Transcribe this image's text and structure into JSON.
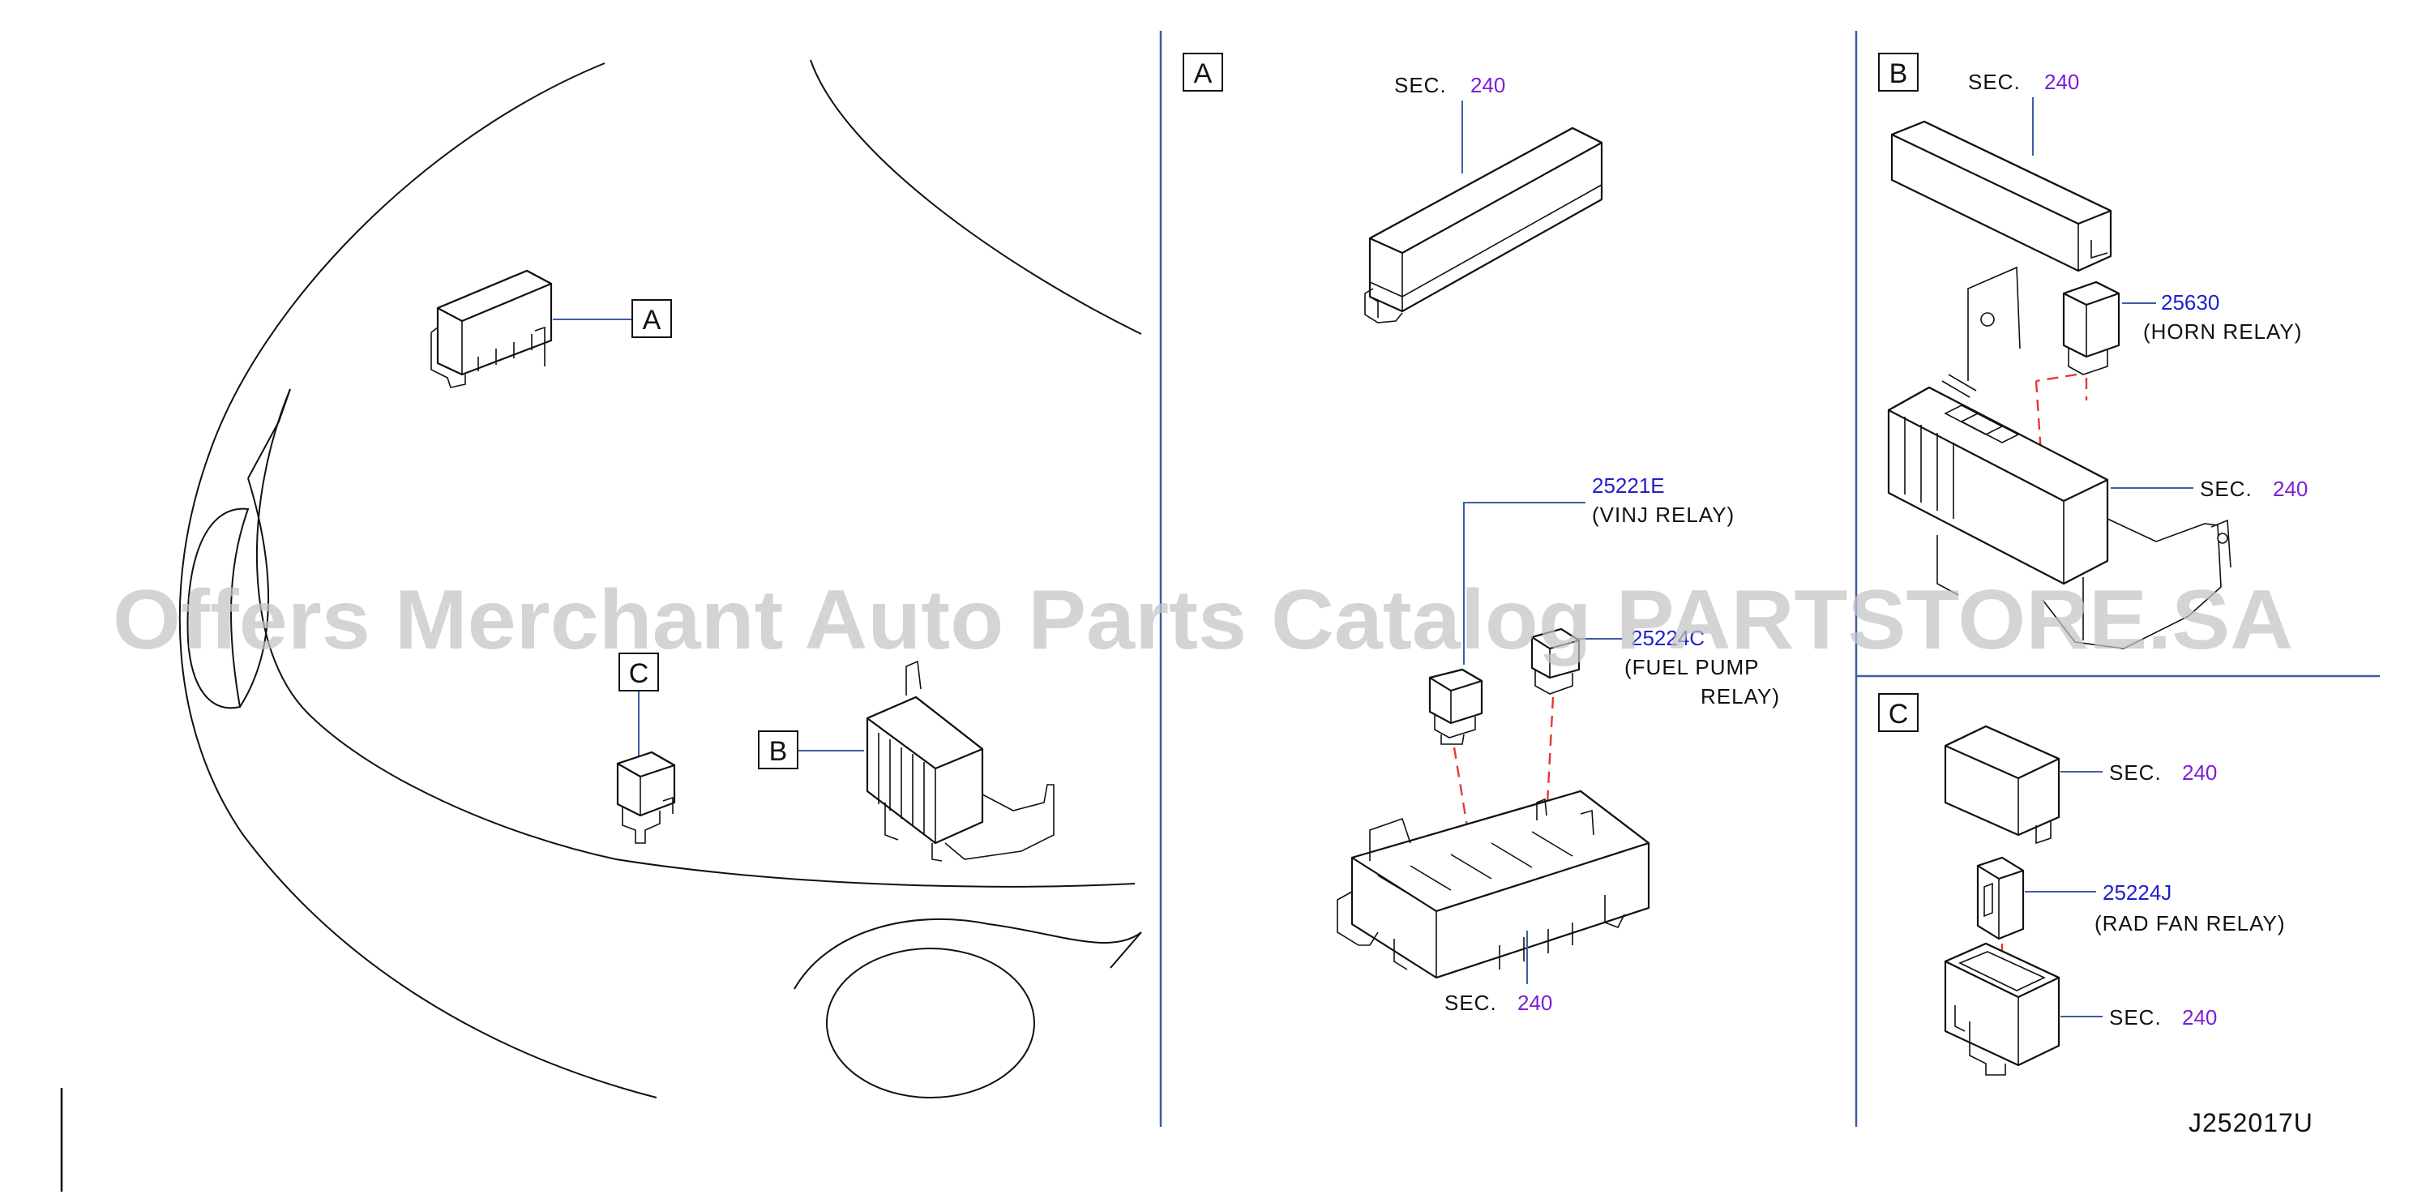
{
  "colors": {
    "part_number": "#1f1fcc",
    "sec_number": "#7b1fd6",
    "leader": "#3a5fa0",
    "relation_dash": "#e53935",
    "watermark": "#c4c4c4"
  },
  "overview": {
    "callout_a": "A",
    "callout_b": "B",
    "callout_c": "C"
  },
  "panel_a": {
    "tag": "A",
    "cover_sec": {
      "label": "SEC.",
      "number": "240"
    },
    "relay_1": {
      "part_number": "25221E",
      "name": "(VINJ   RELAY)"
    },
    "relay_2": {
      "part_number": "25224C",
      "name_line1": "(FUEL   PUMP",
      "name_line2": "RELAY)"
    },
    "box_sec": {
      "label": "SEC.",
      "number": "240"
    }
  },
  "panel_b": {
    "tag": "B",
    "cover_sec": {
      "label": "SEC.",
      "number": "240"
    },
    "relay": {
      "part_number": "25630",
      "name": "(HORN    RELAY)"
    },
    "box_sec": {
      "label": "SEC.",
      "number": "240"
    }
  },
  "panel_c": {
    "tag": "C",
    "cover_sec": {
      "label": "SEC.",
      "number": "240"
    },
    "relay": {
      "part_number": "25224J",
      "name": "(RAD   FAN   RELAY)"
    },
    "base_sec": {
      "label": "SEC.",
      "number": "240"
    }
  },
  "drawing_code": "J252017U",
  "watermark": "Offers Merchant Auto Parts Catalog PARTSTORE.SA"
}
